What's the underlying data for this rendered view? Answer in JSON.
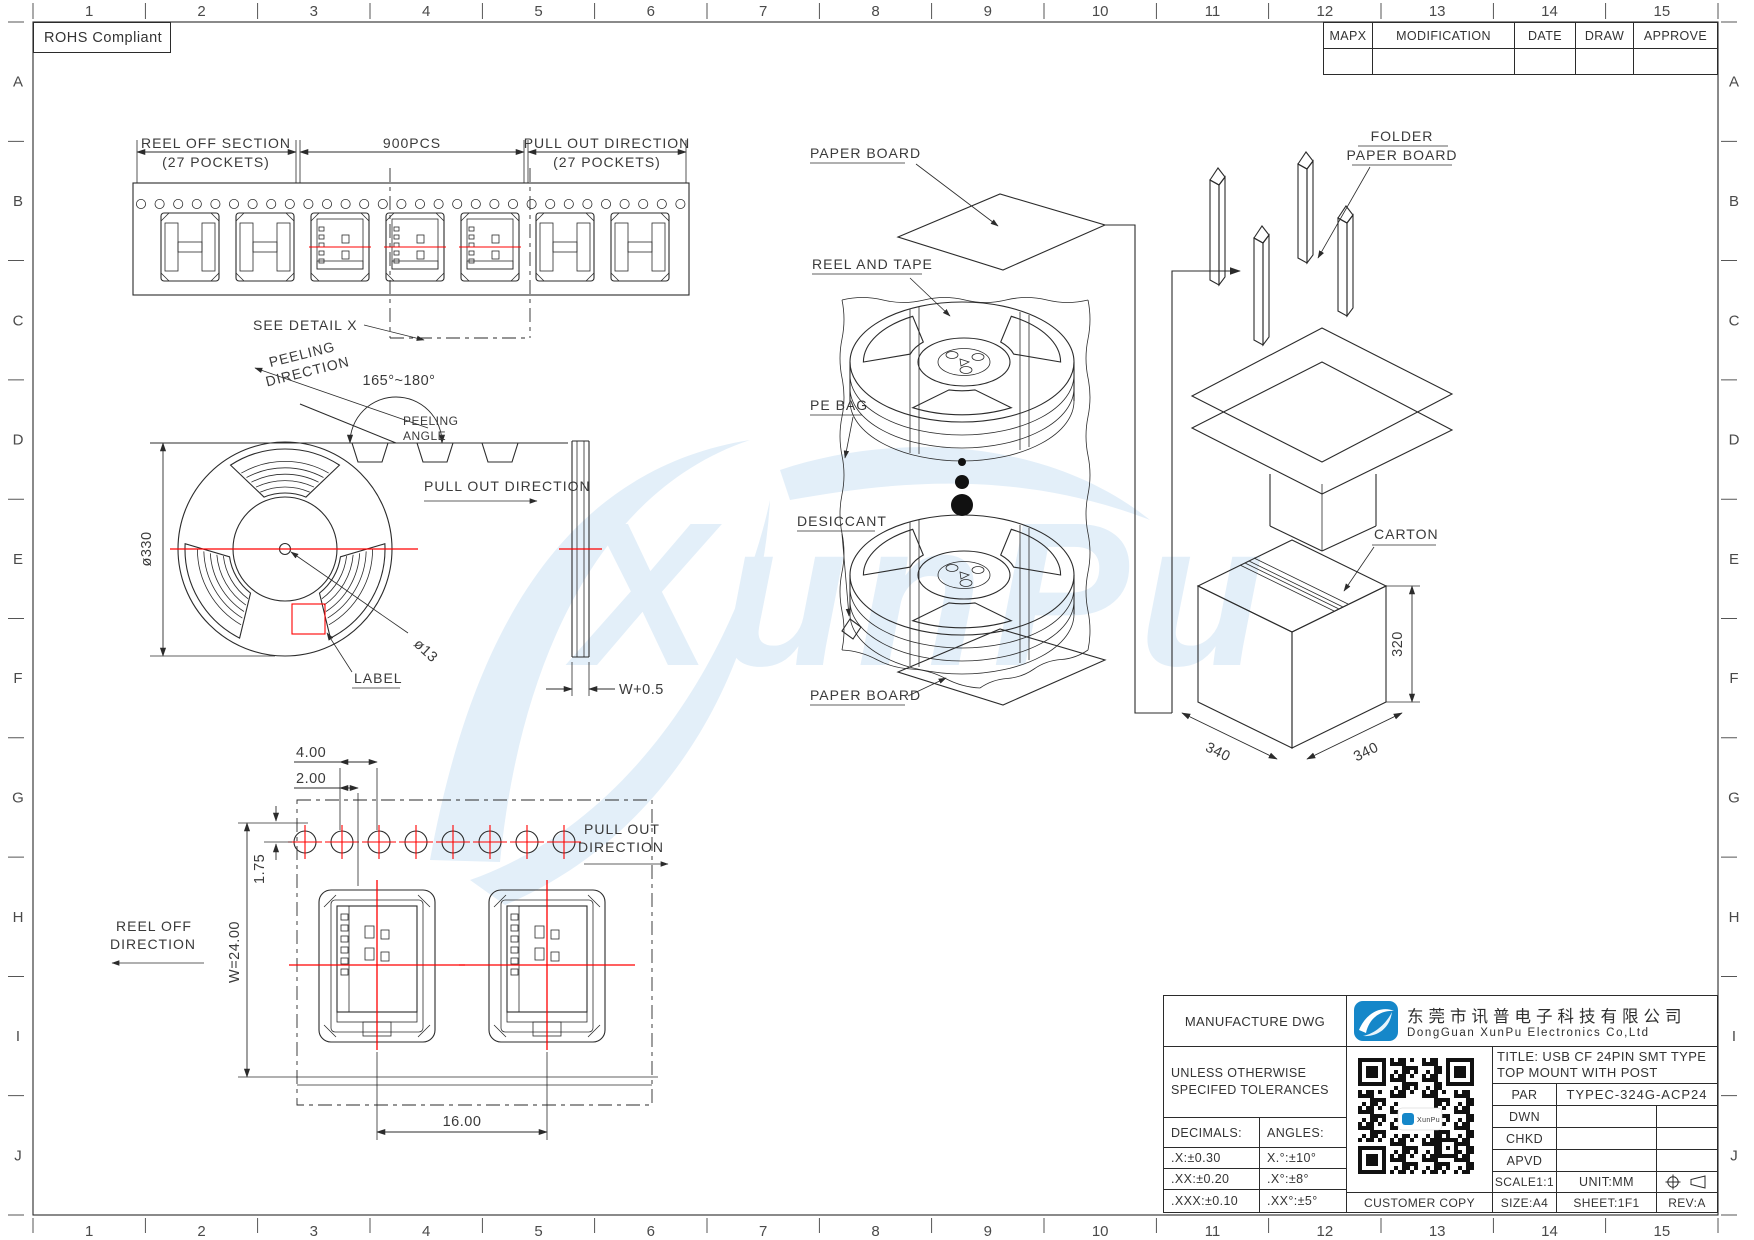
{
  "colors": {
    "line": "#2b2b2b",
    "red": "#ff0000",
    "watermark": "#e3eff9",
    "logo_blue": "#1587c9"
  },
  "sheet": {
    "rohs_label": "ROHS Compliant"
  },
  "ruler": {
    "cols": [
      "1",
      "2",
      "3",
      "4",
      "5",
      "6",
      "7",
      "8",
      "9",
      "10",
      "11",
      "12",
      "13",
      "14",
      "15"
    ],
    "rows": [
      "A",
      "B",
      "C",
      "D",
      "E",
      "F",
      "G",
      "H",
      "I",
      "J"
    ]
  },
  "revision_table": {
    "headers": [
      "MAPX",
      "MODIFICATION",
      "DATE",
      "DRAW",
      "APPROVE"
    ]
  },
  "tape_view": {
    "reel_off": "REEL OFF SECTION",
    "reel_off_pockets": "(27 POCKETS)",
    "quantity": "900PCS",
    "pull_out": "PULL OUT DIRECTION",
    "pull_out_pockets": "(27 POCKETS)",
    "see_detail": "SEE DETAIL X"
  },
  "reel_view": {
    "peeling_line1": "PEELING",
    "peeling_line2": "DIRECTION",
    "angle_range": "165°~180°",
    "angle_line1": "PEELING",
    "angle_line2": "ANGLE",
    "pull_out": "PULL OUT DIRECTION",
    "dia_reel": "ø330",
    "dia_hub": "ø13",
    "label": "LABEL",
    "side_width": "W+0.5"
  },
  "detail_view": {
    "pitch": "4.00",
    "half_pitch": "2.00",
    "edge": "1.75",
    "tape_width": "W=24.00",
    "span": "16.00",
    "reel_off_line1": "REEL OFF",
    "reel_off_line2": "DIRECTION",
    "pull_out_line1": "PULL OUT",
    "pull_out_line2": "DIRECTION"
  },
  "packaging": {
    "paper_board_top": "PAPER BOARD",
    "reel_and_tape": "REEL AND TAPE",
    "pe_bag": "PE BAG",
    "desiccant": "DESICCANT",
    "paper_board_bottom": "PAPER BOARD",
    "folder_line1": "FOLDER",
    "folder_line2": "PAPER BOARD",
    "carton": "CARTON",
    "dim_width": "340",
    "dim_depth": "340",
    "dim_height": "320"
  },
  "title_block": {
    "manufacture": "MANUFACTURE DWG",
    "company_cn": "东莞市讯普电子科技有限公司",
    "company_en": "DongGuan XunPu Electronics Co,Ltd",
    "tolerance_line1": "UNLESS OTHERWISE",
    "tolerance_line2": "SPECIFED TOLERANCES",
    "decimals_header": "DECIMALS:",
    "angles_header": "ANGLES:",
    "decimals": [
      ".X:±0.30",
      ".XX:±0.20",
      ".XXX:±0.10"
    ],
    "angles": [
      "X.°:±10°",
      ".X°:±8°",
      ".XX°:±5°"
    ],
    "title_line1": "TITLE: USB CF 24PIN SMT TYPE",
    "title_line2": "TOP MOUNT WITH POST",
    "part_label": "PAR",
    "part_number": "TYPEC-324G-ACP24",
    "drawn_label": "DWN",
    "checked_label": "CHKD",
    "approved_label": "APVD",
    "scale": "SCALE1:1",
    "unit": "UNIT:MM",
    "customer_copy": "CUSTOMER COPY",
    "size": "SIZE:A4",
    "sheet_no": "SHEET:1F1",
    "revision": "REV:A",
    "qr_logo_text": "XunPu"
  },
  "watermark": {
    "text": "XunPu"
  }
}
